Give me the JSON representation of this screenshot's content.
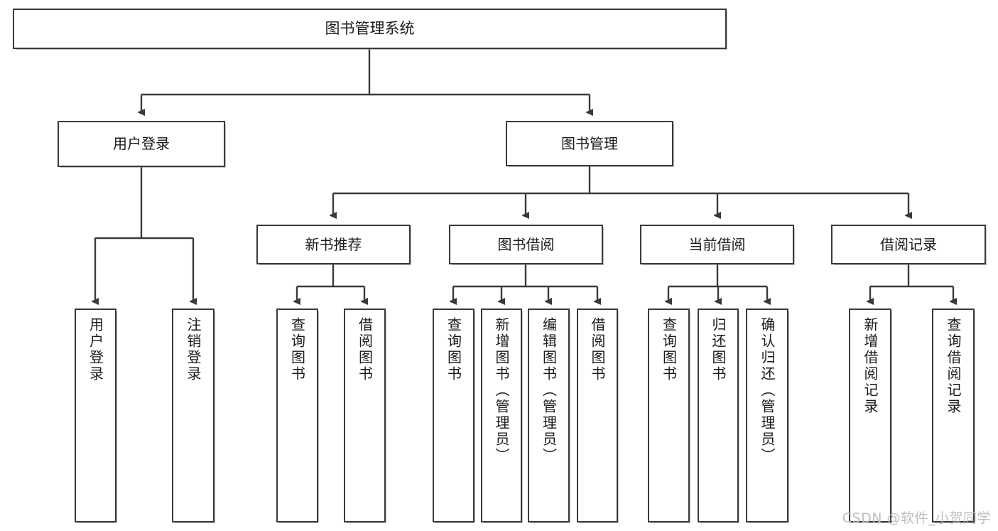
{
  "diagram": {
    "type": "tree",
    "title": "图书管理系统",
    "watermark": "CSDN @软件_小贺同学",
    "colors": {
      "stroke": "#3a3a3a",
      "fill": "#ffffff",
      "text": "#1b1b1b",
      "watermark": "#bdbdbd"
    },
    "root": {
      "label": "图书管理系统"
    },
    "level1": [
      {
        "label": "用户登录"
      },
      {
        "label": "图书管理"
      }
    ],
    "level2": [
      {
        "label": "新书推荐"
      },
      {
        "label": "图书借阅"
      },
      {
        "label": "当前借阅"
      },
      {
        "label": "借阅记录"
      }
    ],
    "leaves": {
      "user_login": [
        {
          "label": "用户登录"
        },
        {
          "label": "注销登录"
        }
      ],
      "new_book_recommend": [
        {
          "label": "查询图书"
        },
        {
          "label": "借阅图书"
        }
      ],
      "book_borrow": [
        {
          "label": "查询图书"
        },
        {
          "label": "新增图书（管理员）"
        },
        {
          "label": "编辑图书（管理员）"
        },
        {
          "label": "借阅图书"
        }
      ],
      "current_borrow": [
        {
          "label": "查询图书"
        },
        {
          "label": "归还图书"
        },
        {
          "label": "确认归还（管理员）"
        }
      ],
      "borrow_record": [
        {
          "label": "新增借阅记录"
        },
        {
          "label": "查询借阅记录"
        }
      ]
    }
  }
}
